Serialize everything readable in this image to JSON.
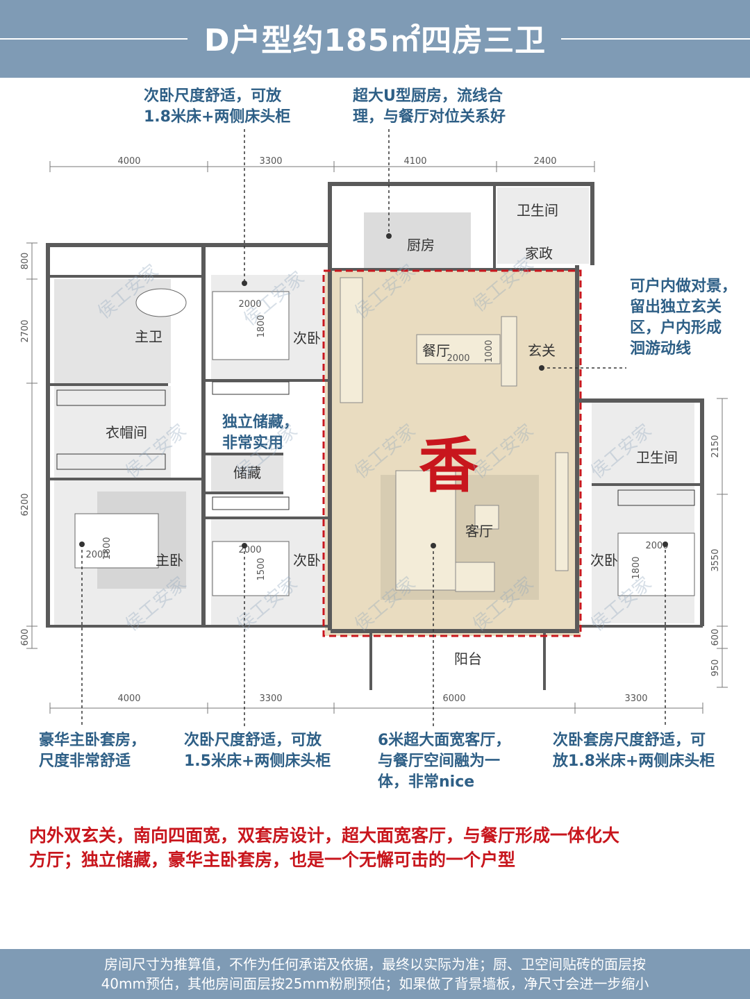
{
  "title": "D户型约185㎡四房三卫",
  "callouts": {
    "top_left": [
      "次卧尺度舒适，可放",
      "1.8米床+两侧床头柜"
    ],
    "top_right": [
      "超大U型厨房，流线合",
      "理，与餐厅对位关系好"
    ],
    "right": [
      "可户内做对景，",
      "留出独立玄关",
      "区，户内形成",
      "洄游动线"
    ],
    "storage": [
      "独立储藏，",
      "非常实用"
    ],
    "bottom_1": [
      "豪华主卧套房，",
      "尺度非常舒适"
    ],
    "bottom_2": [
      "次卧尺度舒适，可放",
      "1.5米床+两侧床头柜"
    ],
    "bottom_3": [
      "6米超大面宽客厅，",
      "与餐厅空间融为一",
      "体，非常nice"
    ],
    "bottom_4": [
      "次卧套房尺度舒适，可",
      "放1.8米床+两侧床头柜"
    ]
  },
  "rooms": {
    "master_bath": "主卫",
    "cloakroom": "衣帽间",
    "master_bedroom": "主卧",
    "bedroom_top": "次卧",
    "storage": "储藏",
    "bedroom_mid": "次卧",
    "kitchen": "厨房",
    "bathroom_top": "卫生间",
    "housekeeping": "家政",
    "dining": "餐厅",
    "foyer": "玄关",
    "living": "客厅",
    "bathroom_right": "卫生间",
    "bedroom_right": "次卧",
    "balcony": "阳台"
  },
  "highlight_char": "香",
  "watermark": "侯工安家",
  "furniture_dims": {
    "bed_top_w": "2000",
    "bed_top_h": "1800",
    "dining_w": "2000",
    "dining_h": "1000",
    "bed_mid_w": "2000",
    "bed_mid_h": "1500",
    "bed_master_w": "2000",
    "bed_master_h": "1800",
    "bed_right_w": "2000",
    "bed_right_h": "1800"
  },
  "dimensions": {
    "top": [
      "4000",
      "3300",
      "4100",
      "2400"
    ],
    "bottom": [
      "4000",
      "3300",
      "6000",
      "3300"
    ],
    "left": [
      "800",
      "2700",
      "6200",
      "600"
    ],
    "right": [
      "2150",
      "3550",
      "600",
      "950"
    ]
  },
  "summary": [
    "内外双玄关，南向四面宽，双套房设计，超大面宽客厅，与餐厅形成一体化大",
    "方厅；独立储藏，豪华主卧套房，也是一个无懈可击的一个户型"
  ],
  "footer": [
    "房间尺寸为推算值，不作为任何承诺及依据，最终以实际为准；厨、卫空间贴砖的面层按",
    "40mm预估，其他房间面层按25mm粉刷预估；如果做了背景墙板，净尺寸会进一步缩小"
  ],
  "colors": {
    "header_bg": "#7f9bb5",
    "callout": "#2e5f86",
    "highlight": "#c8161d",
    "living_fill": "#e9dcc0",
    "wall": "#5a5a5a"
  }
}
